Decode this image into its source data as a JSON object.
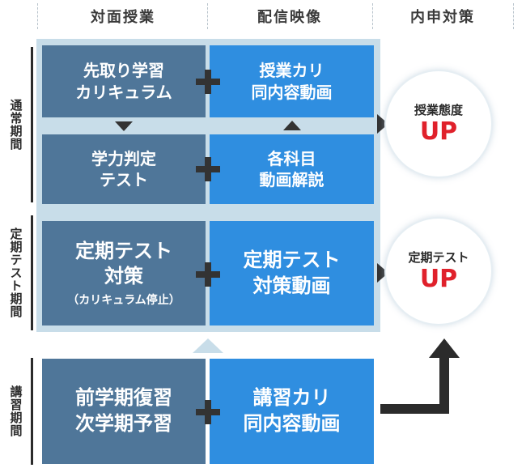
{
  "headers": {
    "col1": "対面授業",
    "col2": "配信映像",
    "col3": "内申対策"
  },
  "periods": {
    "regular": "通常期間",
    "test": "定期テスト期間",
    "lecture": "講習期間"
  },
  "cells": {
    "r1c1": "先取り学習\nカリキュラム",
    "r1c2": "授業カリ\n同内容動画",
    "r2c1": "学力判定\nテスト",
    "r2c2": "各科目\n動画解説",
    "r3c1_main": "定期テスト\n対策",
    "r3c1_sub": "（カリキュラム停止）",
    "r3c2": "定期テスト\n対策動画",
    "r4c1": "前学期復習\n次学期予習",
    "r4c2": "講習カリ\n同内容動画"
  },
  "results": {
    "attitude": {
      "label": "授業態度",
      "up": "UP"
    },
    "test": {
      "label": "定期テスト",
      "up": "UP"
    }
  },
  "colors": {
    "dark_cell": "#4f7699",
    "bright_cell": "#2f8ee0",
    "light_bg": "#c8dde9",
    "up_red": "#e0212b"
  }
}
